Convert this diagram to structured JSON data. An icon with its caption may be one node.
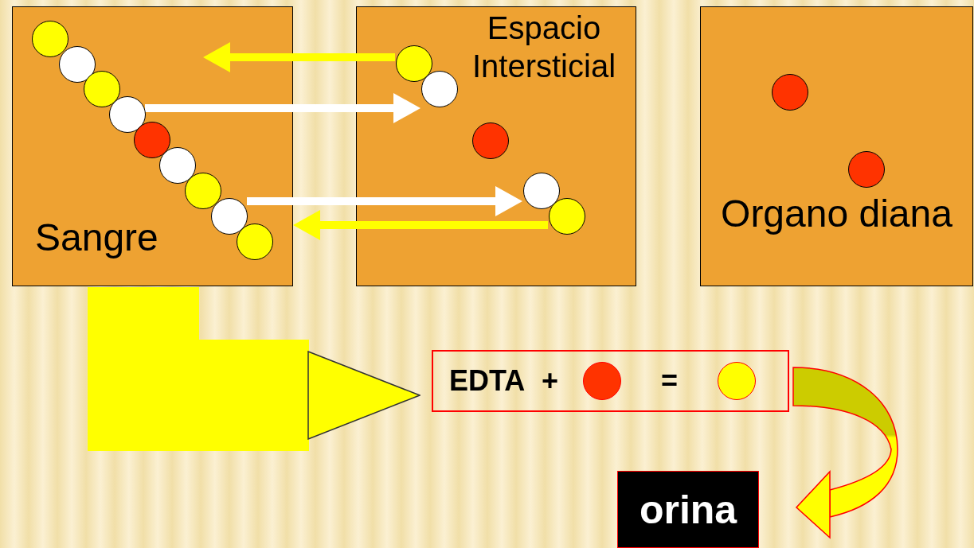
{
  "diagram": {
    "nodes": [
      {
        "text": [
          "Sangre"
        ]
      },
      {
        "text": [],
        "shape": "circle",
        "in": 0
      },
      {
        "text": [],
        "shape": "circle",
        "in": 0
      },
      {
        "text": [],
        "shape": "circle",
        "in": 0
      },
      {
        "text": [],
        "shape": "circle",
        "in": 0
      },
      {
        "text": [],
        "shape": "circle",
        "in": 0
      },
      {
        "text": [],
        "shape": "circle",
        "in": 0
      },
      {
        "text": [],
        "shape": "circle",
        "in": 0
      },
      {
        "text": [],
        "shape": "circle",
        "in": 0
      },
      {
        "text": [],
        "shape": "circle",
        "in": 0
      },
      {
        "text": [
          "Espacio Intersticial"
        ]
      },
      {
        "text": [],
        "shape": "circle",
        "in": 10
      },
      {
        "text": [],
        "shape": "circle",
        "in": 10
      },
      {
        "text": [],
        "shape": "circle",
        "in": 10
      },
      {
        "text": [],
        "shape": "circle",
        "in": 10
      },
      {
        "text": [],
        "shape": "circle",
        "in": 10
      },
      {
        "text": [
          "Organo diana"
        ]
      },
      {
        "text": [],
        "shape": "circle",
        "in": 16
      },
      {
        "text": [],
        "shape": "circle",
        "in": 16
      },
      {
        "text": [
          "EDTA",
          "+",
          "="
        ]
      },
      {
        "text": [],
        "shape": "circle",
        "in": 19
      },
      {
        "text": [],
        "shape": "circle",
        "in": 19
      },
      {
        "text": [
          "orina"
        ]
      }
    ],
    "edges": [
      {
        "from": 11,
        "to": 0,
        "arrow": "to"
      },
      {
        "from": 4,
        "to": 12,
        "arrow": "to",
        "color": "#ffffff"
      },
      {
        "from": 8,
        "to": 14,
        "arrow": "to",
        "color": "#ffffff"
      },
      {
        "from": 15,
        "to": 0,
        "arrow": "to"
      },
      {
        "from": 0,
        "to": 19,
        "arrow": "to",
        "style": "thick"
      },
      {
        "from": 19,
        "to": 22,
        "arrow": "to",
        "style": "thick"
      }
    ]
  }
}
